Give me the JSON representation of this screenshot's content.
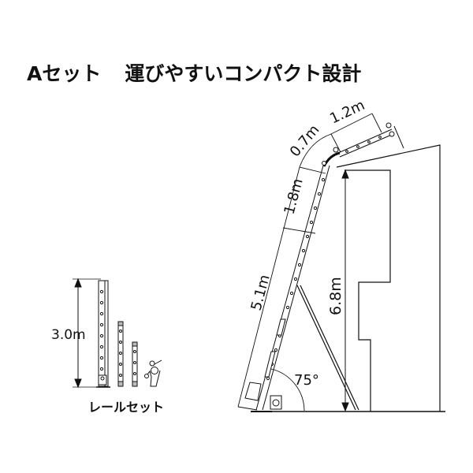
{
  "title": {
    "set_name": "Aセット",
    "tagline": "運びやすいコンパクト設計"
  },
  "rail_set": {
    "label": "レールセット",
    "height_label": "3.0m"
  },
  "ladder_diagram": {
    "lower_length": "5.1m",
    "middle_length": "1.8m",
    "curve_length": "0.7m",
    "top_length": "1.2m",
    "height": "6.8m",
    "angle": "75°"
  },
  "colors": {
    "line": "#111111",
    "background": "#ffffff"
  }
}
